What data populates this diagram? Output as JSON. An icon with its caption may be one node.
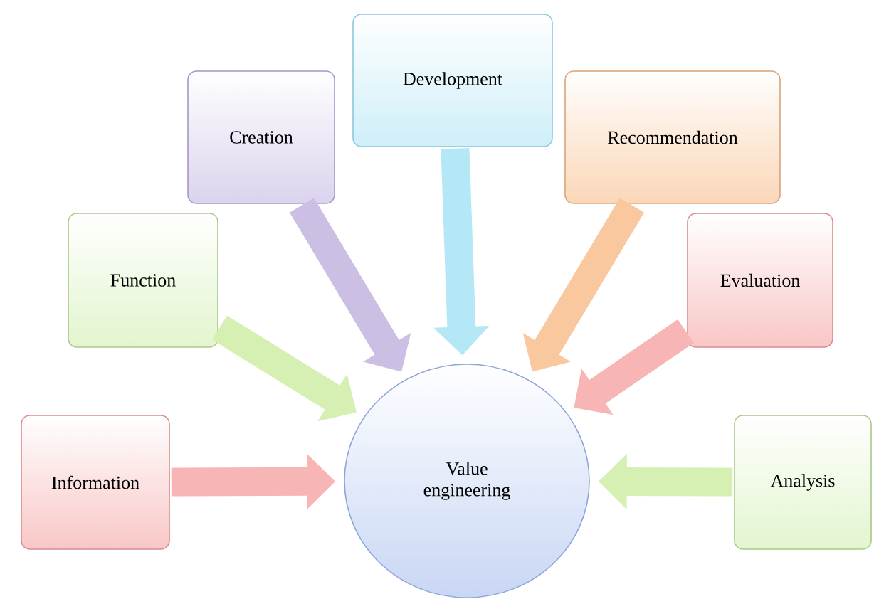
{
  "diagram": {
    "nodes": [
      {
        "text": [
          "Value engineering"
        ]
      },
      {
        "text": [
          "Information"
        ]
      },
      {
        "text": [
          "Function"
        ]
      },
      {
        "text": [
          "Creation"
        ]
      },
      {
        "text": [
          "Development"
        ]
      },
      {
        "text": [
          "Recommendation"
        ]
      },
      {
        "text": [
          "Evaluation"
        ]
      },
      {
        "text": [
          "Analysis"
        ]
      }
    ],
    "edges": [
      {
        "from": 1,
        "to": 0,
        "arrow": "to",
        "color": "#f7b5b5"
      },
      {
        "from": 2,
        "to": 0,
        "arrow": "to",
        "color": "#d6f0b4"
      },
      {
        "from": 3,
        "to": 0,
        "arrow": "to",
        "color": "#cbbfe3"
      },
      {
        "from": 4,
        "to": 0,
        "arrow": "to",
        "color": "#b5e8f6"
      },
      {
        "from": 5,
        "to": 0,
        "arrow": "to",
        "color": "#f9c89e"
      },
      {
        "from": 6,
        "to": 0,
        "arrow": "to",
        "color": "#f7b5b5"
      },
      {
        "from": 7,
        "to": 0,
        "arrow": "to",
        "color": "#d6f0b4"
      }
    ]
  }
}
